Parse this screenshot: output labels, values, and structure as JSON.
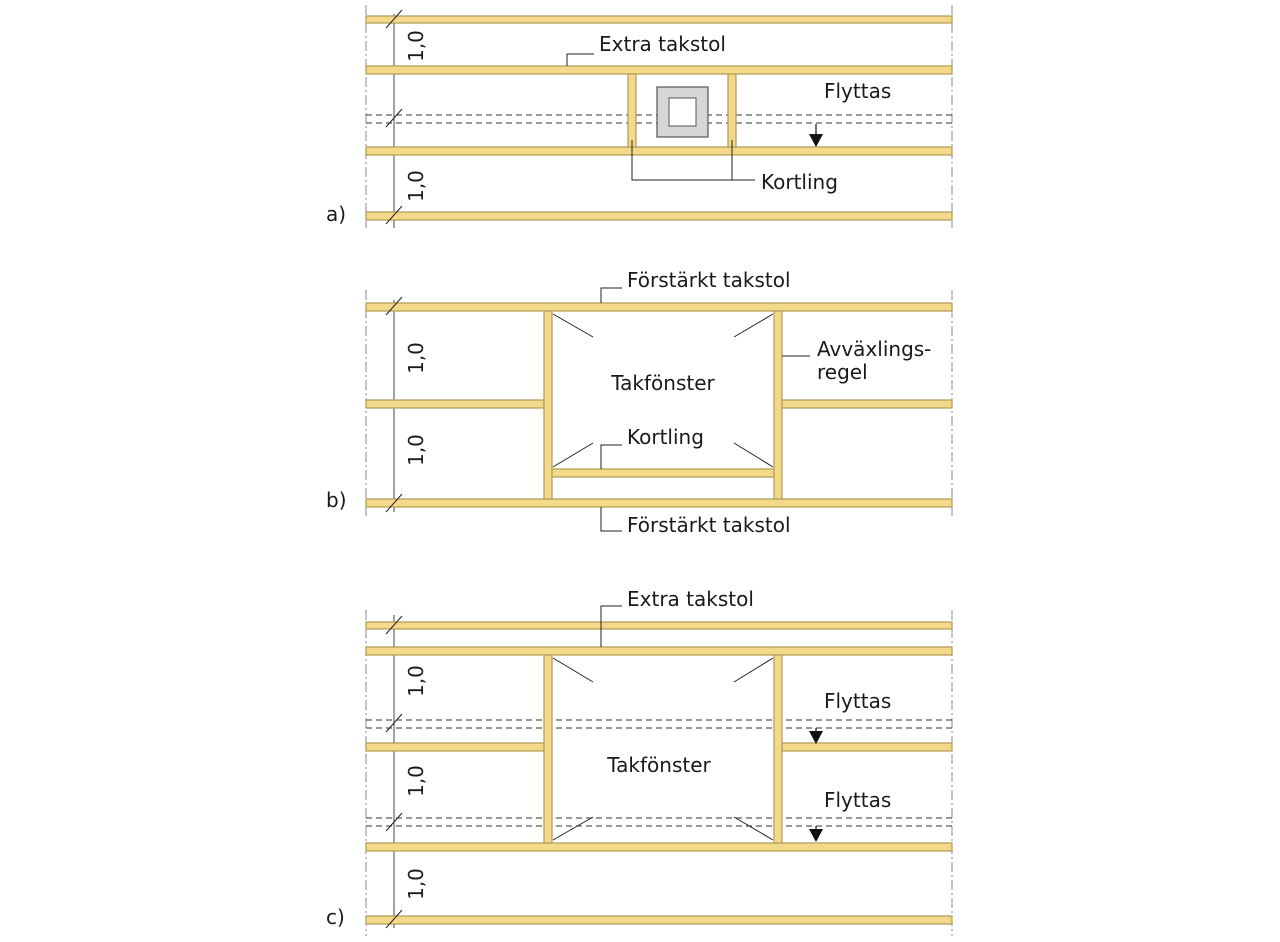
{
  "diagram_a": {
    "panel_label": "a)",
    "extra_takstol": "Extra takstol",
    "flyttas": "Flyttas",
    "kortling": "Kortling",
    "dim_top": "1,0",
    "dim_bottom": "1,0"
  },
  "diagram_b": {
    "panel_label": "b)",
    "forstarkt_top": "Förstärkt takstol",
    "avvaxling_line1": "Avväxlings-",
    "avvaxling_line2": "regel",
    "takfonster": "Takfönster",
    "kortling": "Kortling",
    "forstarkt_bottom": "Förstärkt takstol",
    "dim_top": "1,0",
    "dim_bottom": "1,0"
  },
  "diagram_c": {
    "panel_label": "c)",
    "extra_takstol": "Extra takstol",
    "flyttas_1": "Flyttas",
    "takfonster": "Takfönster",
    "flyttas_2": "Flyttas",
    "dim_1": "1,0",
    "dim_2": "1,0",
    "dim_3": "1,0"
  },
  "colors": {
    "timber_fill": "#f5d98a",
    "timber_edge": "#b09a55",
    "chimney_fill": "#d6d6d6",
    "line": "#222222"
  }
}
